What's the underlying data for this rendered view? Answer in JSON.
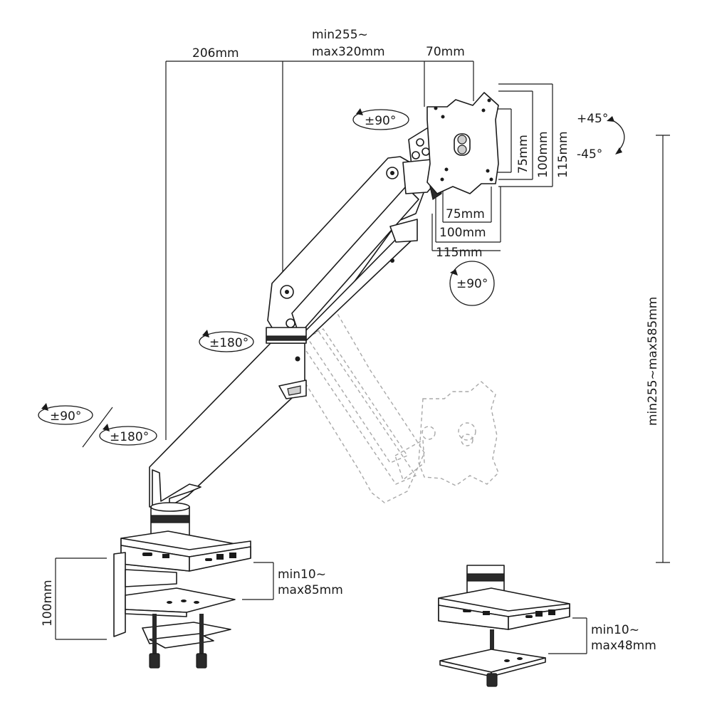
{
  "dimensions": {
    "base_offset": "206mm",
    "arm_length_min": "min255~",
    "arm_length_max": "max320mm",
    "vesa_offset": "70mm",
    "vesa_v_75": "75mm",
    "vesa_v_100": "100mm",
    "vesa_v_115": "115mm",
    "vesa_h_75": "75mm",
    "vesa_h_100": "100mm",
    "vesa_h_115": "115mm",
    "height_range": "min255~max585mm",
    "clamp_range_min": "min10~",
    "clamp_range_max": "max85mm",
    "clamp_height": "100mm",
    "grommet_range_min": "min10~",
    "grommet_range_max": "max48mm"
  },
  "rotations": {
    "tilt_up": "+45°",
    "tilt_down": "-45°",
    "head_swivel": "±90°",
    "rotate": "±90°",
    "elbow": "±180°",
    "base_a": "±90°",
    "base_b": "±180°"
  }
}
